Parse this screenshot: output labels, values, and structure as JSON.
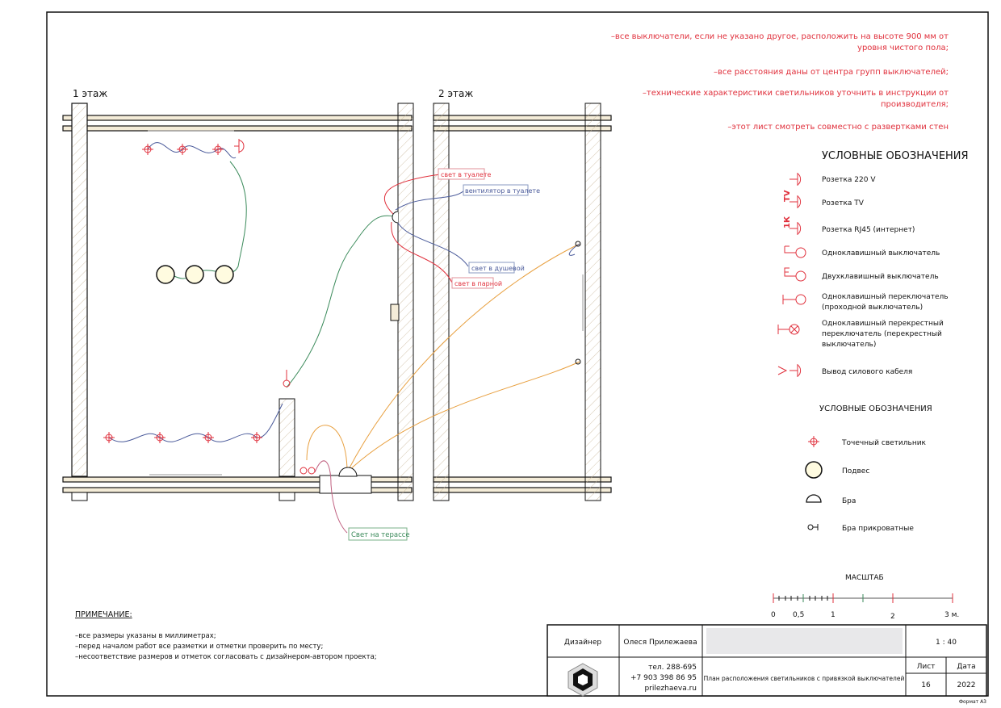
{
  "floors": {
    "first": "1 этаж",
    "second": "2 этаж"
  },
  "notes_top": [
    "–все выключатели, если не указано другое, расположить на высоте 900 мм от",
    "уровня чистого пола;",
    "–все расстояния даны от центра групп выключателей;",
    "–технические характеристики светильников уточнить в инструкции от",
    "производителя;",
    "–этот лист смотреть совместно с развертками стен"
  ],
  "legend1": {
    "title": "УСЛОВНЫЕ ОБОЗНАЧЕНИЯ",
    "items": [
      {
        "icon": "socket-220-icon",
        "label": "Розетка  220 V"
      },
      {
        "icon": "socket-tv-icon",
        "prefix": "TV",
        "label": "Розетка  TV"
      },
      {
        "icon": "socket-rj45-icon",
        "prefix": "1К",
        "label": "Розетка  RJ45 (интернет)"
      },
      {
        "icon": "single-switch-icon",
        "label": "Одноклавишный выключатель"
      },
      {
        "icon": "double-switch-icon",
        "label": "Двухклавишный выключатель"
      },
      {
        "icon": "pass-switch-icon",
        "label": "Одноклавишный переключатель",
        "label2": "(проходной выключатель)"
      },
      {
        "icon": "cross-switch-icon",
        "label": "Одноклавишный перекрестный",
        "label2": "переключатель (перекрестный",
        "label3": "выключатель)"
      },
      {
        "icon": "power-cable-icon",
        "label": "Вывод силового кабеля"
      }
    ]
  },
  "legend2": {
    "title": "УСЛОВНЫЕ ОБОЗНАЧЕНИЯ",
    "items": [
      {
        "icon": "spot-light-icon",
        "label": "Точечный светильник"
      },
      {
        "icon": "pendant-icon",
        "label": "Подвес"
      },
      {
        "icon": "sconce-icon",
        "label": "Бра"
      },
      {
        "icon": "bedside-sconce-icon",
        "label": "Бра прикроватные"
      }
    ]
  },
  "scale": {
    "title": "МАСШТАБ",
    "ticks": [
      "0",
      "0,5",
      "1",
      "2",
      "3 м."
    ]
  },
  "callouts": {
    "toilet_light": "свет в туалете",
    "toilet_fan": "вентилятор в туалете",
    "shower_light": "свет в душевой",
    "sauna_light": "свет в парной",
    "terrace_light": "Свет на терассе"
  },
  "remarks": {
    "title": "ПРИМЕЧАНИЕ:",
    "lines": [
      "–все размеры указаны в миллиметрах;",
      "–перед началом работ все разметки и отметки проверить по месту;",
      "–несоответствие размеров и отметок согласовать с дизайнером-автором проекта;"
    ]
  },
  "title_block": {
    "role": "Дизайнер",
    "name": "Олеся Прилежаева",
    "phone1": "тел. 288-695",
    "phone2": "+7 903 398 86 95",
    "site": "prilezhaeva.ru",
    "sheet_title": "План расположения светильников с привязкой выключателей",
    "scale": "1 : 40",
    "sheet_label": "Лист",
    "date_label": "Дата",
    "sheet": "16",
    "date": "2022"
  },
  "format": "Формат А3",
  "colors": {
    "red": "#e0303c",
    "green": "#3a8a5a",
    "blue": "#4a5a9a",
    "orange": "#e8a040",
    "pink": "#c06080"
  }
}
